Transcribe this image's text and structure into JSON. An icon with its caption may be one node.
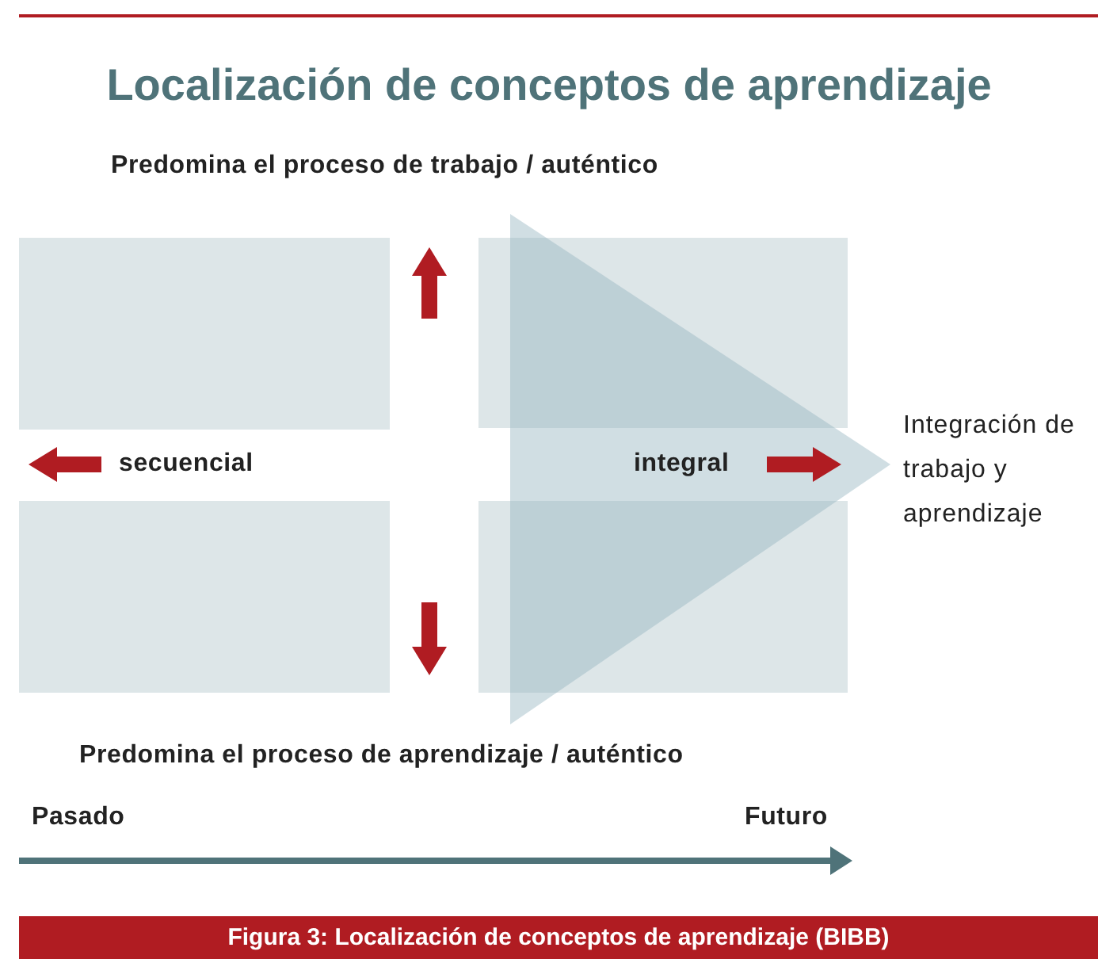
{
  "diagram": {
    "title": "Localización de conceptos de aprendizaje",
    "caption": "Figura 3: Localización de conceptos de aprendizaje (BIBB)",
    "labels": [
      "Predomina el proceso de trabajo / auténtico",
      "secuencial",
      "integral",
      "Integración de trabajo y aprendizaje",
      "Predomina el proceso de aprendizaje / auténtico",
      "Pasado",
      "Futuro"
    ]
  }
}
